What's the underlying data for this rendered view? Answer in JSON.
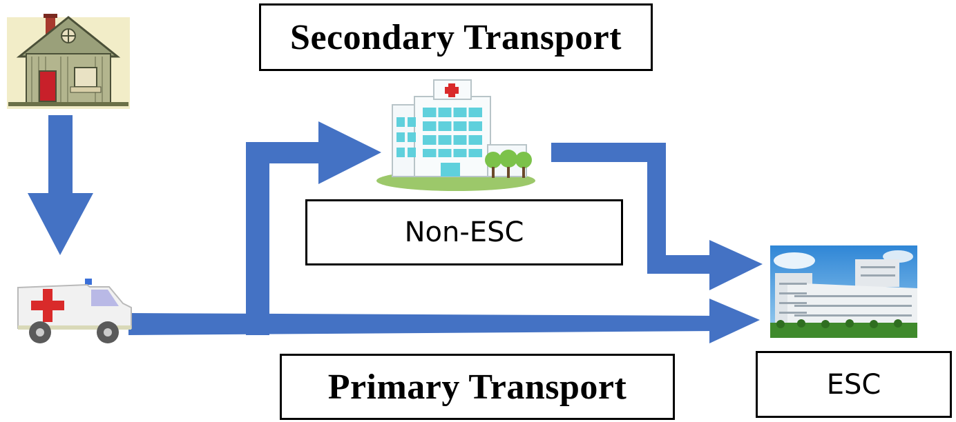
{
  "labels": {
    "secondary_transport": "Secondary Transport",
    "primary_transport": "Primary Transport",
    "non_esc": "Non-ESC",
    "esc": "ESC"
  },
  "icons": [
    "house-icon",
    "ambulance-icon",
    "hospital-icon",
    "esc-hospital-icon"
  ],
  "colors": {
    "arrow": "#4472C4",
    "text": "#000000",
    "box_border": "#000000"
  }
}
